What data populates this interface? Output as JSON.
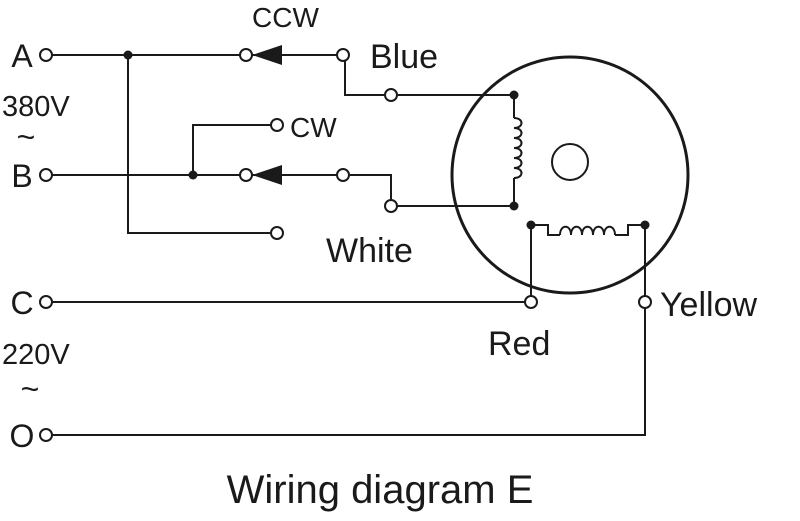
{
  "diagram": {
    "caption": "Wiring diagram E",
    "terminals": {
      "a": "A",
      "b": "B",
      "c": "C",
      "o": "O"
    },
    "voltages": {
      "high": "380V",
      "low": "220V",
      "ac_symbol": "~"
    },
    "switch_labels": {
      "ccw": "CCW",
      "cw": "CW"
    },
    "wire_labels": {
      "blue": "Blue",
      "white": "White",
      "red": "Red",
      "yellow": "Yellow"
    }
  }
}
